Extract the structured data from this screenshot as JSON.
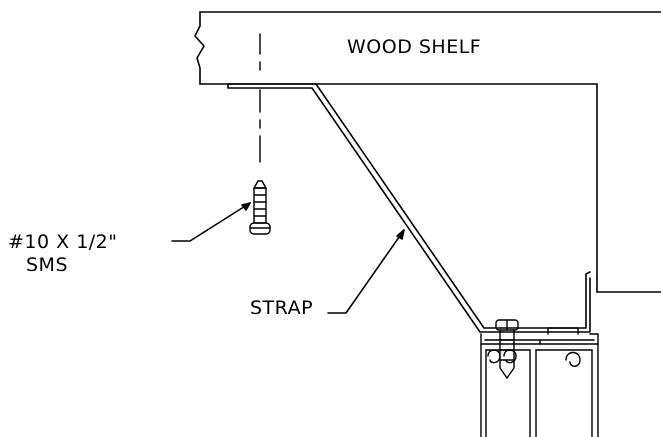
{
  "labels": {
    "shelf": "WOOD SHELF",
    "screw_line1": "#10 X 1/2\"",
    "screw_line2": "SMS",
    "strap": "STRAP"
  },
  "colors": {
    "line": "#000000",
    "background": "#ffffff"
  }
}
